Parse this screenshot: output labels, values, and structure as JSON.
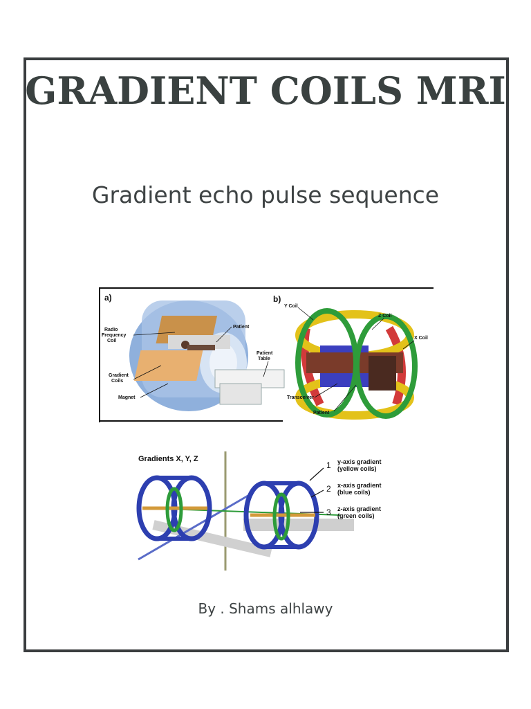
{
  "title": "GRADIENT COILS MRI",
  "subtitle": "Gradient echo pulse sequence",
  "author": "By . Shams alhlawy",
  "figure_a": {
    "panel_label": "a)",
    "labels": {
      "rf_coil_1": "Radio",
      "rf_coil_2": "Frequency",
      "rf_coil_3": "Coil",
      "patient": "Patient",
      "table_1": "Patient",
      "table_2": "Table",
      "gradient_1": "Gradient",
      "gradient_2": "Coils",
      "magnet": "Magnet"
    }
  },
  "figure_b": {
    "panel_label": "b)",
    "labels": {
      "y_coil": "Y Coil",
      "z_coil": "Z Coil",
      "x_coil": "X Coil",
      "transceiver": "Transceiver",
      "patient": "Patient"
    }
  },
  "figure_c": {
    "title": "Gradients X, Y, Z",
    "items": [
      {
        "num": "1",
        "line1": "y-axis gradient",
        "line2": "(yellow coils)"
      },
      {
        "num": "2",
        "line1": "x-axis gradient",
        "line2": "(blue coils)"
      },
      {
        "num": "3",
        "line1": "z-axis gradient",
        "line2": "(green coils)"
      }
    ]
  },
  "colors": {
    "frame": "#3a3d3f",
    "title": "#3a4140",
    "yellow": "#e3c21a",
    "red": "#d23a3a",
    "green": "#2e9c3a",
    "blue": "#2d3fb0"
  }
}
